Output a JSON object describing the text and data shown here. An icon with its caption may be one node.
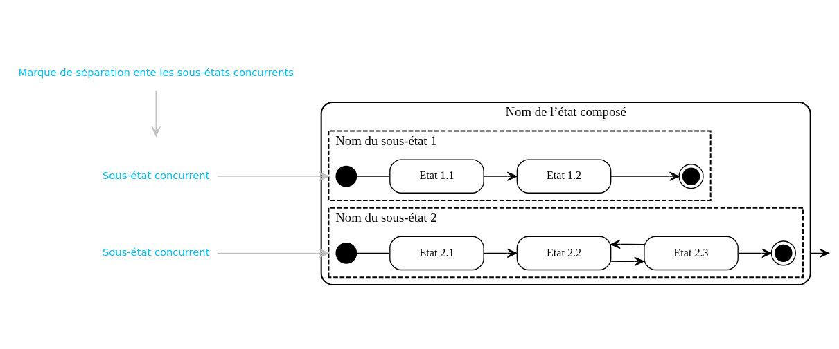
{
  "diagram": {
    "nodes": [
      {
        "text": [
          "Nom de l’état composé"
        ]
      },
      {
        "text": [
          "Nom du sous-état 1"
        ],
        "in": 0
      },
      {
        "text": [],
        "shape": "circle",
        "in": 1
      },
      {
        "text": [
          "Etat 1.1"
        ],
        "in": 1
      },
      {
        "text": [
          "Etat 1.2"
        ],
        "in": 1
      },
      {
        "text": [],
        "shape": "bullseye",
        "in": 1
      },
      {
        "text": [
          "Nom du sous-état 2"
        ],
        "in": 0
      },
      {
        "text": [],
        "shape": "circle",
        "in": 6
      },
      {
        "text": [
          "Etat 2.1"
        ],
        "in": 6
      },
      {
        "text": [
          "Etat 2.2"
        ],
        "in": 6
      },
      {
        "text": [
          "Etat 2.3"
        ],
        "in": 6
      },
      {
        "text": [],
        "shape": "bullseye",
        "in": 6
      },
      {
        "text": [
          "Sous-état concurrent"
        ]
      },
      {
        "text": [
          "Marque de séparation ente les sous-états concurrents"
        ]
      },
      {
        "text": [
          "Sous-état concurrent"
        ]
      }
    ],
    "edges": [
      {
        "from": 2,
        "to": 3,
        "arrow": "none"
      },
      {
        "from": 3,
        "to": 4,
        "arrow": "to"
      },
      {
        "from": 4,
        "to": 5,
        "arrow": "to"
      },
      {
        "from": 7,
        "to": 8,
        "arrow": "none"
      },
      {
        "from": 8,
        "to": 9,
        "arrow": "to"
      },
      {
        "from": 9,
        "to": 10,
        "arrow": "to"
      },
      {
        "from": 10,
        "to": 9,
        "arrow": "to"
      },
      {
        "from": 10,
        "to": 11,
        "arrow": "to"
      },
      {
        "from": 0,
        "to": null,
        "arrow": "to"
      },
      {
        "from": 12,
        "to": 1,
        "arrow": "to",
        "color": "#c0c0c0"
      },
      {
        "from": 13,
        "to": null,
        "arrow": "to",
        "color": "#c0c0c0"
      },
      {
        "from": 14,
        "to": 6,
        "arrow": "to",
        "color": "#c0c0c0"
      }
    ]
  }
}
